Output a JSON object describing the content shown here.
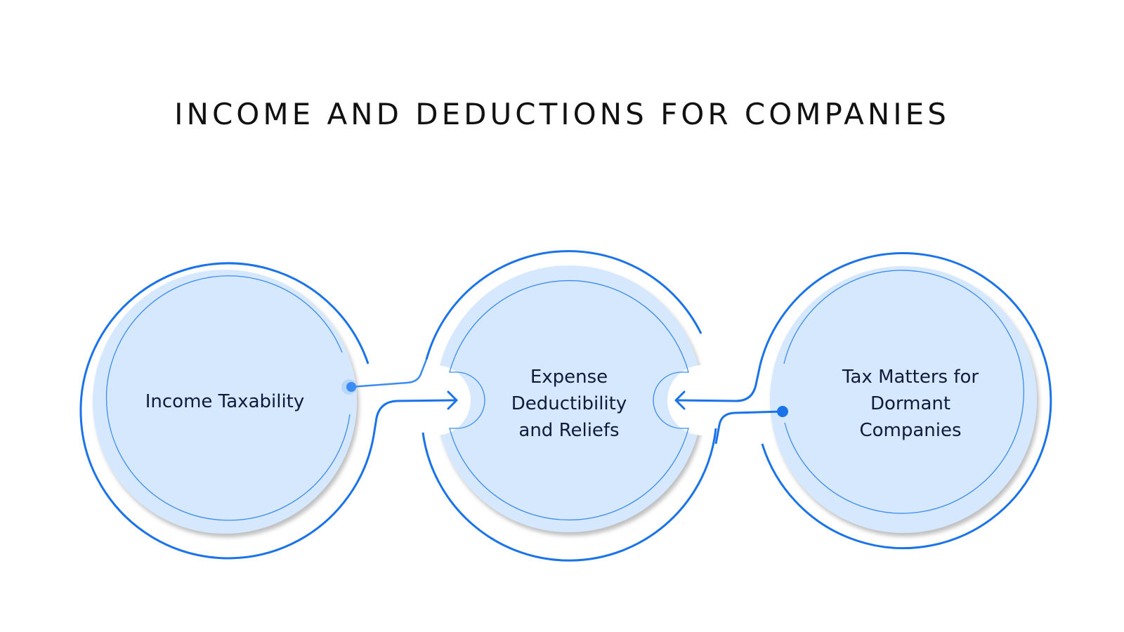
{
  "title": "INCOME AND DEDUCTIONS FOR COMPANIES",
  "colors": {
    "ring": "#1a73e8",
    "fill": "#d6e8fd",
    "thin_ring": "#3b8cf0",
    "dot": "#3c8cf5",
    "dot_halo": "#b9d6fb",
    "text": "#0f1a3c",
    "background": "#ffffff"
  },
  "nodes": [
    {
      "id": "income-taxability",
      "label": "Income Taxability",
      "lines": [
        "Income Taxability"
      ]
    },
    {
      "id": "expense-deductibility",
      "label": "Expense Deductibility and Reliefs",
      "lines": [
        "Expense",
        "Deductibility",
        "and Reliefs"
      ]
    },
    {
      "id": "dormant-companies",
      "label": "Tax Matters for Dormant Companies",
      "lines": [
        "Tax Matters for",
        "Dormant",
        "Companies"
      ]
    }
  ],
  "edges": [
    {
      "from": "income-taxability",
      "to": "expense-deductibility",
      "type": "arrow"
    },
    {
      "from": "dormant-companies",
      "to": "expense-deductibility",
      "type": "arrow"
    }
  ]
}
